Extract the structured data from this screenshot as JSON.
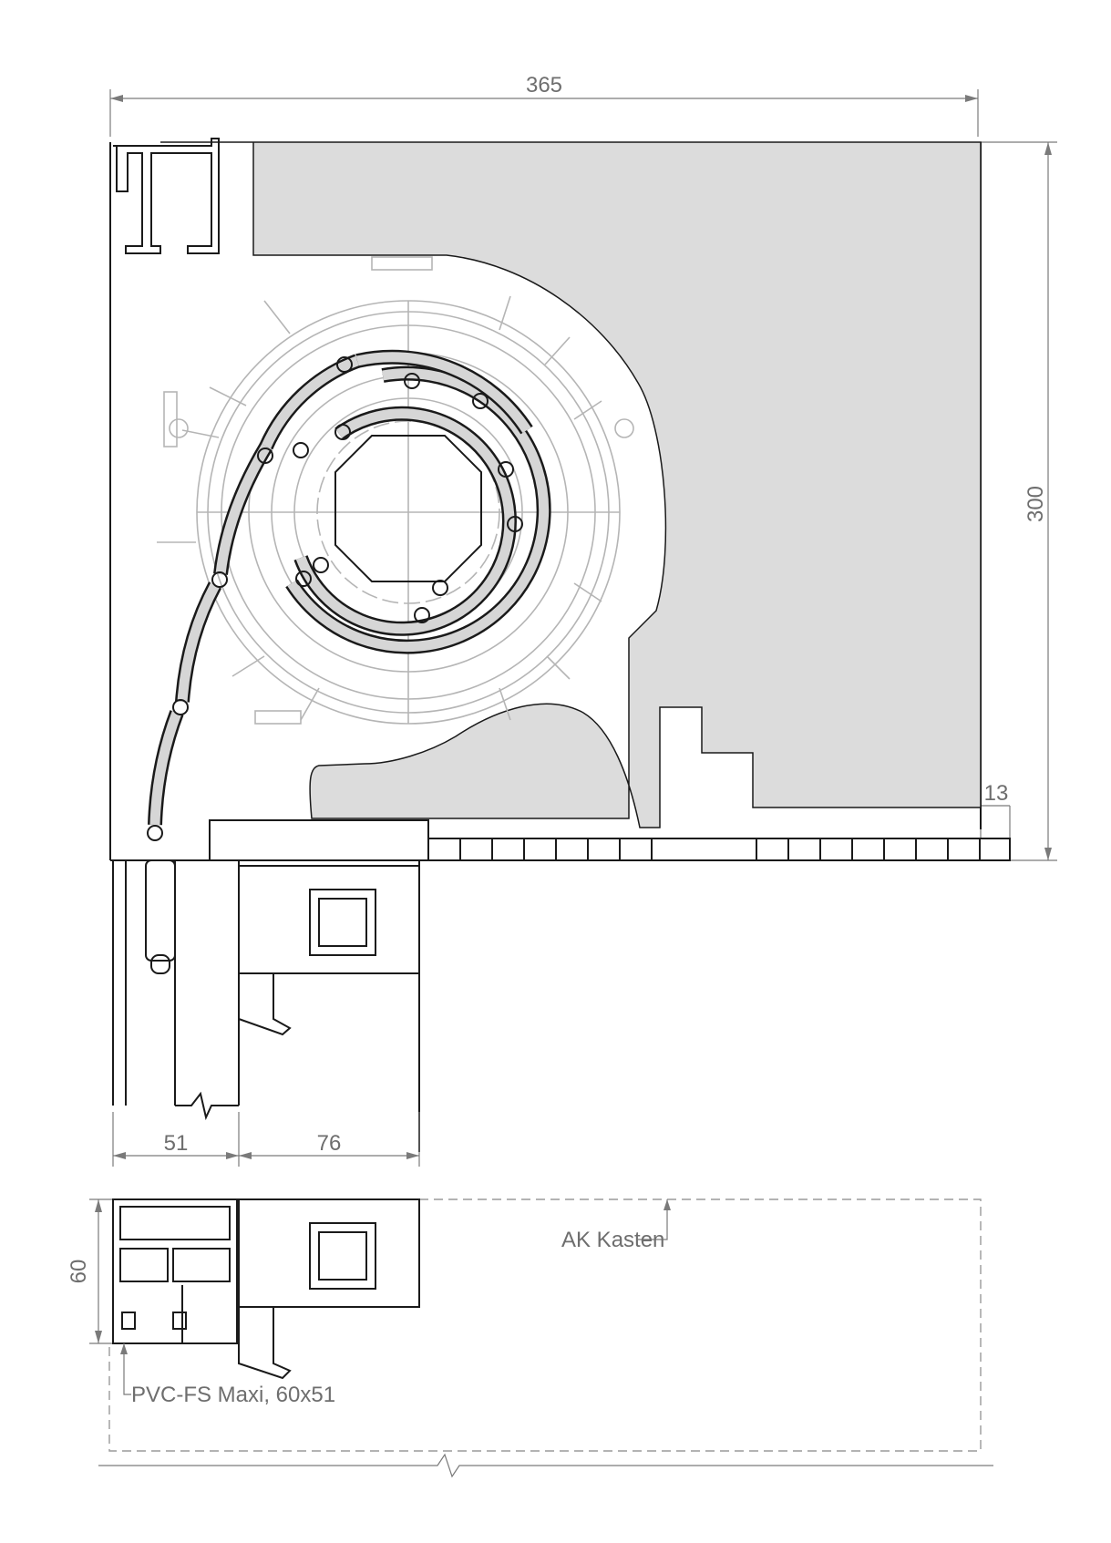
{
  "dimensions": {
    "total_width": "365",
    "total_height": "300",
    "bottom_offset": "13",
    "frame_depth": "51",
    "window_depth": "76",
    "profile_height": "60"
  },
  "labels": {
    "box_type": "AK Kasten",
    "profile": "PVC-FS Maxi, 60x51"
  }
}
